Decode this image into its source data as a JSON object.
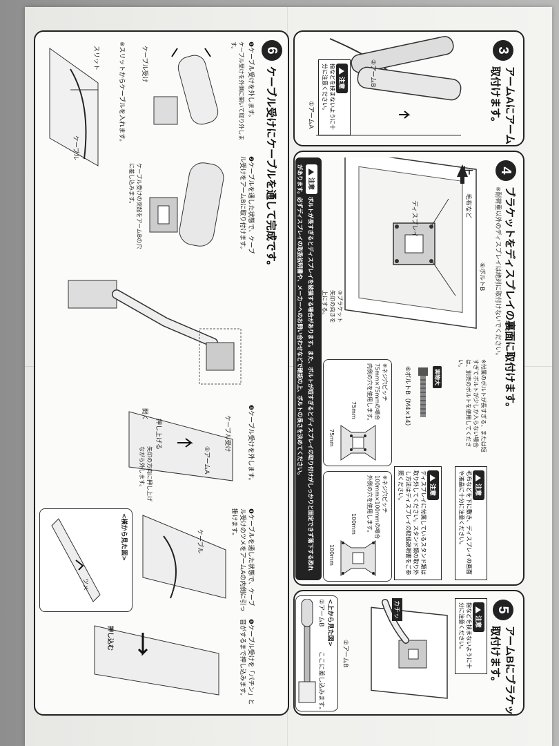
{
  "step3": {
    "num": "3",
    "title_line1": "アームAにアームBを",
    "title_line2": "取付けます。",
    "label_armA": "①アームA",
    "label_armB": "②アームB",
    "warn_badge": "注意",
    "warn_text": "指などを挟まないように十分に注意ください。"
  },
  "step4": {
    "num": "4",
    "title": "ブラケットをディスプレイの裏面に取付けます。",
    "subtitle": "※耐荷重以外のディスプレイは絶対に取付けないでください。",
    "label_bolt_top": "⑥ボルトB",
    "label_cloth": "毛布など",
    "label_up": "上",
    "label_display": "ディスプレイ",
    "label_bracket": "③ブラケット\n矢印の向きを\n上にする。",
    "bolt_badge": "実物大",
    "bolt_caption": "⑥ボルトB（M4×14）",
    "bolt_note": "※付属のボルトが長すぎる、または短すぎてボルトが少しか入らない場合は、別売のボルトを使用してください。",
    "warn1_badge": "注意",
    "warn1_text": "毛布などを下に敷き、ディスプレイの画面や液晶に十分に注意ください。",
    "warn2_badge": "注意",
    "warn2_text": "ディスプレイに付属しているスタンド類は取り外してください。スタンド類の取り外し方法はディスプレイの取扱説明書をご参照ください。",
    "vesa75_note": "※ネジ穴ピッチ\n75mm×75mmの場合\n内側の穴を使用します。",
    "vesa75_w": "75mm",
    "vesa75_h": "75mm",
    "vesa100_note": "※ネジ穴ピッチ\n100mm×100mmの場合\n外側の穴を使用します。",
    "vesa100_w": "100mm",
    "vesa100_h": "100mm",
    "caution_badge": "注意",
    "caution_text": "ボルトが長すぎるとディスプレイを破損する場合があります。また、ボルトが短すぎるとディスプレイの取り付けがしっかりと固定できず落下する恐れがあります。必ずディスプレイの取扱説明書や、メーカーへのお問い合わせなどで確認の上、ボルトの長さを決めてください。"
  },
  "step5": {
    "num": "5",
    "title_line1": "アームBにブラケットを",
    "title_line2": "取付けます。",
    "warn_badge": "注意",
    "warn_text": "指などを挟まないように十分に注意ください。",
    "label_click": "カチッ",
    "label_armB": "②アームB",
    "top_view": "<上から見た図>",
    "label_armB2": "②アームB",
    "insert_note": "ここに差し込みます。"
  },
  "step6": {
    "num": "6",
    "title": "ケーブル受けにケーブルを通して完成です。",
    "s1_text": "❶ケーブル受けを外します。",
    "s1_caption": "ケーブル受けを外側に開いて取り外します。",
    "s1_label_recv": "ケーブル受け",
    "s2_text": "❷ケーブルを通した状態で、ケーブル受けをアームBに取り付けます。",
    "s2_caption": "ケーブル受けの突起をアームBの穴に差し込みます。",
    "slit_note": "※スリットからケーブルを入れます。",
    "label_slit": "スリット",
    "label_cable": "ケーブル",
    "s3_text": "❸ケーブル受けを外します。",
    "s3_recv": "ケーブル受け",
    "s3_armA": "①アームA",
    "s3_push": "押し上げる",
    "s3_open": "開く",
    "s3_arrow": "矢印の方向に押し上げながら外します。",
    "s4_text": "❹ケーブルを通した状態で、ケーブル受けのツメをアームAの内側に引っ掛けます。",
    "s4_cable": "ケーブル",
    "s4_side": "<横から見た図>",
    "s4_claw": "ツメ",
    "s5_text": "❺ケーブル受けを「パチン」と音がするまで押し込みます。",
    "s5_push": "押し込む"
  },
  "colors": {
    "ink": "#222222",
    "paper": "#f1f1ee",
    "backdrop": "#a3a4a2"
  }
}
